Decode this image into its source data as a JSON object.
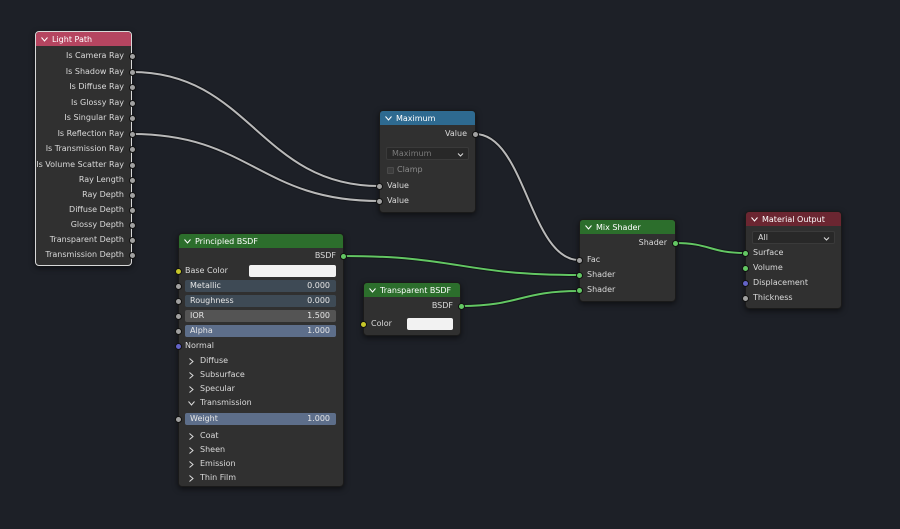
{
  "colors": {
    "background": "#1d2027",
    "node_body": "#303030",
    "header_light_path": "#b54560",
    "header_converter": "#2e6a90",
    "header_shader": "#2c6e2c",
    "header_output": "#6b2631",
    "wire_gray": "#a1a1a1",
    "wire_green": "#63c763"
  },
  "nodes": {
    "light_path": {
      "title": "Light Path",
      "outputs": [
        "Is Camera Ray",
        "Is Shadow Ray",
        "Is Diffuse Ray",
        "Is Glossy Ray",
        "Is Singular Ray",
        "Is Reflection Ray",
        "Is Transmission Ray",
        "Is Volume Scatter Ray",
        "Ray Length",
        "Ray Depth",
        "Diffuse Depth",
        "Glossy Depth",
        "Transparent Depth",
        "Transmission Depth"
      ]
    },
    "maximum": {
      "title": "Maximum",
      "output": "Value",
      "operation": "Maximum",
      "clamp_label": "Clamp",
      "inputs": [
        "Value",
        "Value"
      ]
    },
    "principled": {
      "title": "Principled BSDF",
      "output": "BSDF",
      "base_color_label": "Base Color",
      "fields": [
        {
          "label": "Metallic",
          "value": "0.000"
        },
        {
          "label": "Roughness",
          "value": "0.000"
        },
        {
          "label": "IOR",
          "value": "1.500"
        },
        {
          "label": "Alpha",
          "value": "1.000"
        }
      ],
      "normal_label": "Normal",
      "panels": [
        "Diffuse",
        "Subsurface",
        "Specular",
        "Transmission"
      ],
      "weight": {
        "label": "Weight",
        "value": "1.000"
      },
      "panels2": [
        "Coat",
        "Sheen",
        "Emission",
        "Thin Film"
      ]
    },
    "transparent": {
      "title": "Transparent BSDF",
      "output": "BSDF",
      "color_label": "Color"
    },
    "mix": {
      "title": "Mix Shader",
      "output": "Shader",
      "inputs": [
        "Fac",
        "Shader",
        "Shader"
      ]
    },
    "output": {
      "title": "Material Output",
      "target": "All",
      "inputs": [
        "Surface",
        "Volume",
        "Displacement",
        "Thickness"
      ]
    }
  }
}
